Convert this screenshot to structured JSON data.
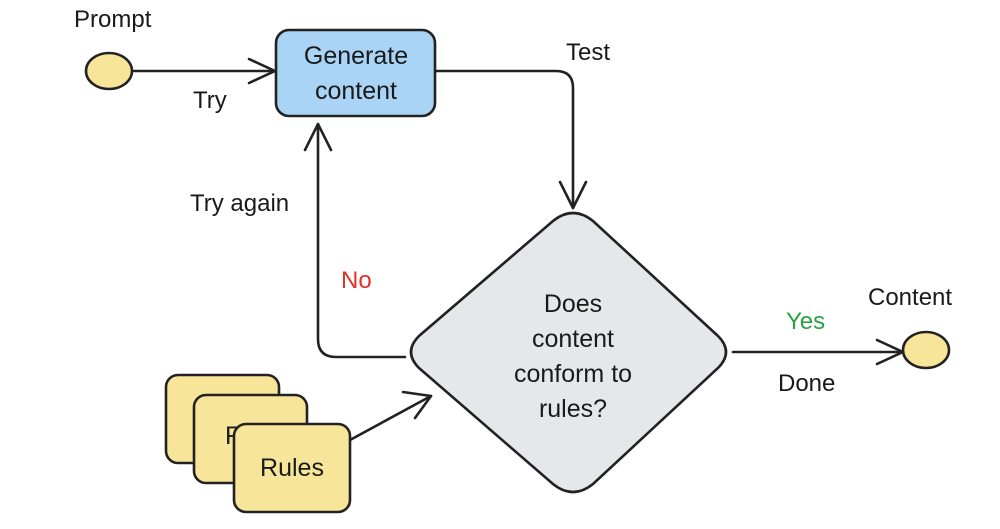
{
  "labels": {
    "prompt": "Prompt",
    "try": "Try",
    "test": "Test",
    "try_again": "Try again",
    "no": "No",
    "yes": "Yes",
    "done": "Done",
    "content": "Content",
    "rules_back": "R"
  },
  "nodes": {
    "generate": [
      "Generate",
      "content"
    ],
    "decision": [
      "Does",
      "content",
      "conform to",
      "rules?"
    ],
    "rules": "Rules"
  },
  "colors": {
    "generate_fill": "#a9d4f5",
    "decision_fill": "#e6e7eb",
    "terminal_fill": "#f7e59a",
    "rules_fill": "#f7e59a",
    "no_label": "#e0302a",
    "yes_label": "#2aa142",
    "stroke": "#222222"
  }
}
